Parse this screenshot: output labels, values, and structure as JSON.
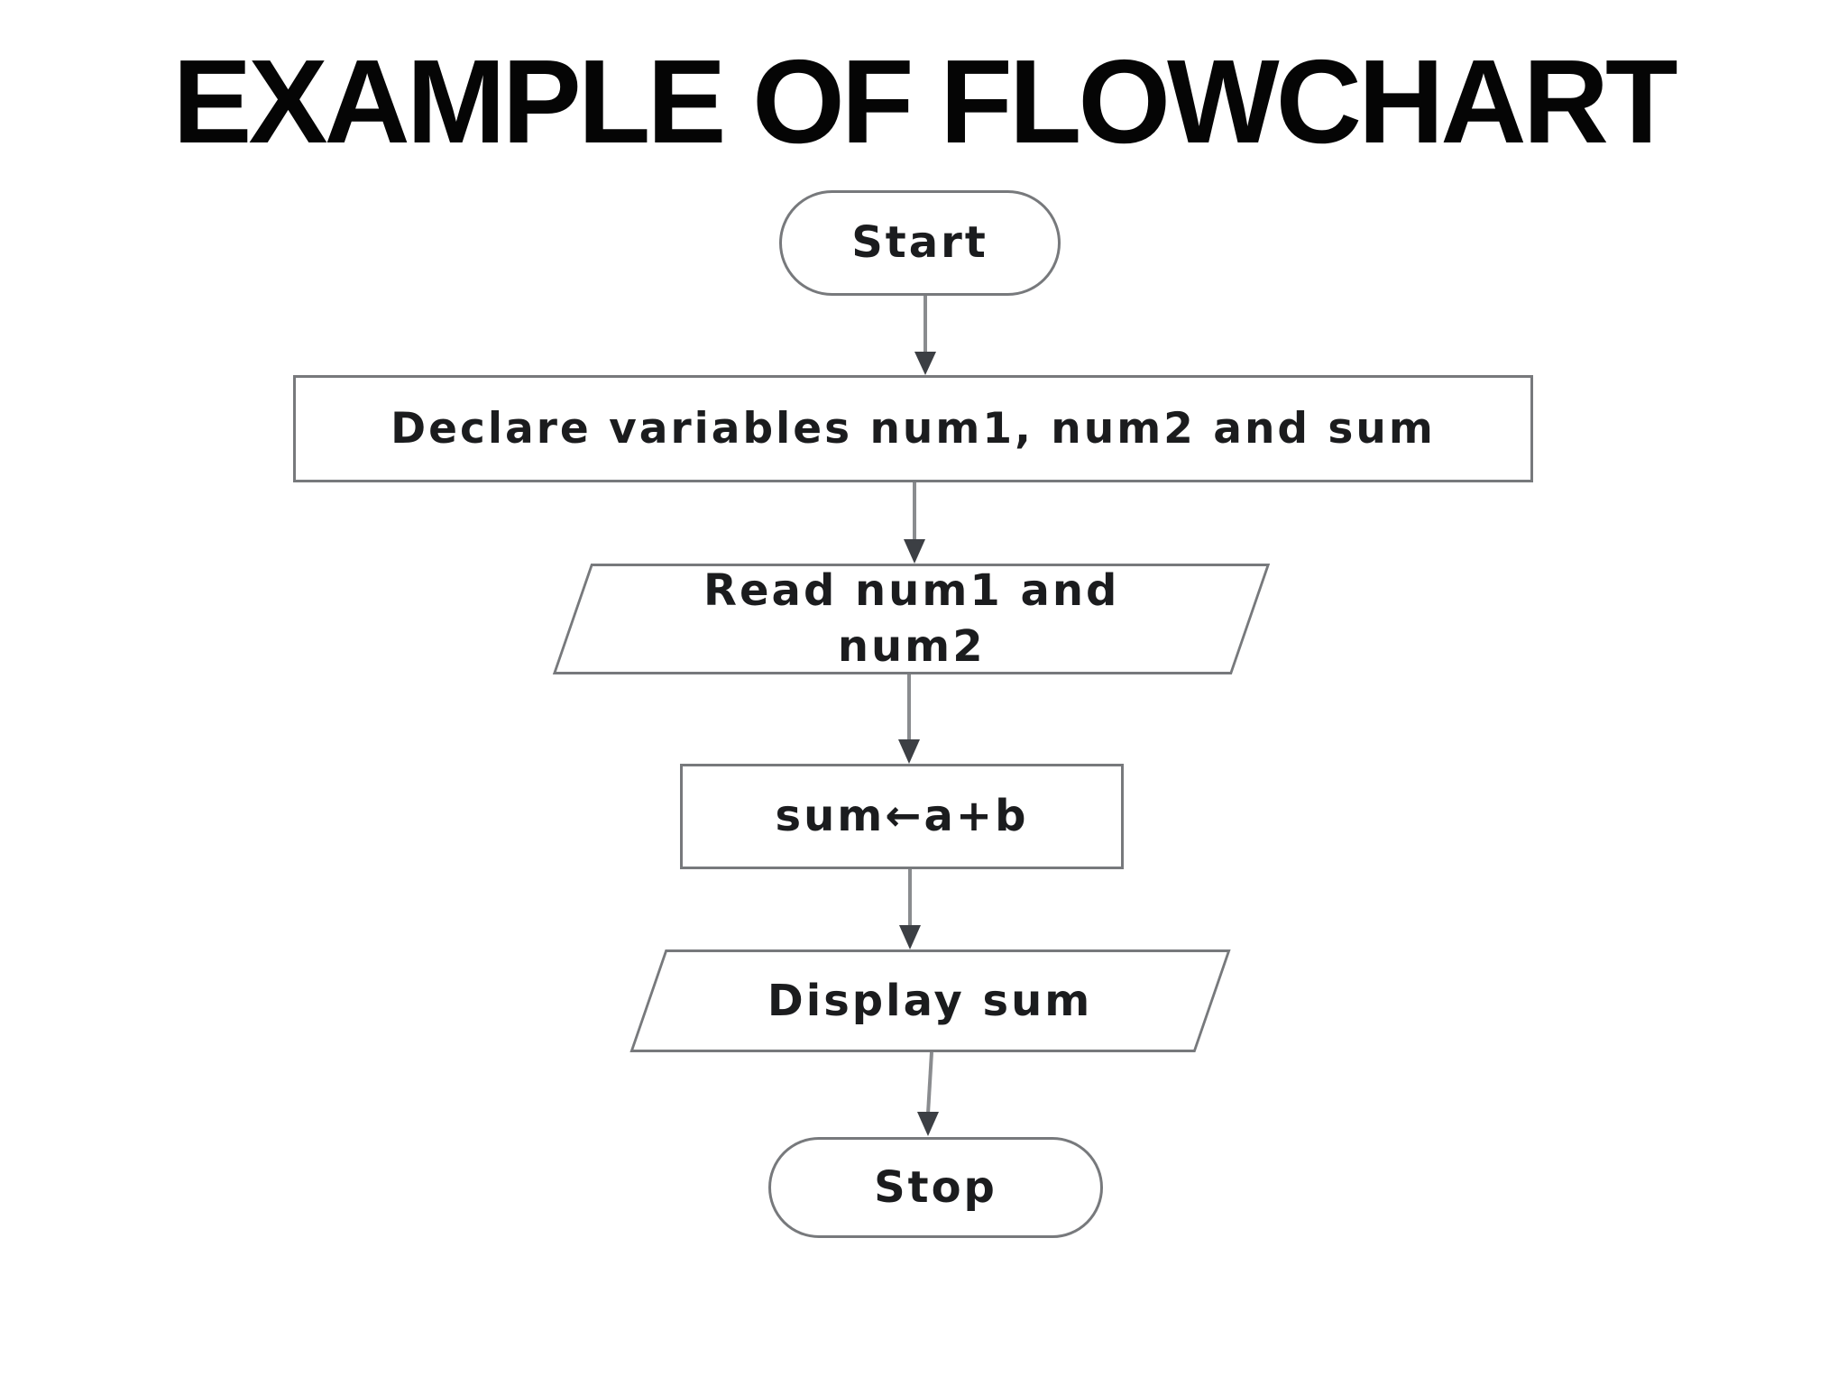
{
  "title": "EXAMPLE OF FLOWCHART",
  "flowchart": {
    "nodes": {
      "start": {
        "label": "Start",
        "type": "terminator"
      },
      "declare": {
        "label": "Declare variables num1, num2 and sum",
        "type": "process"
      },
      "read": {
        "label": "Read num1 and\nnum2",
        "type": "input-output"
      },
      "sum": {
        "label": "sum←a+b",
        "type": "process"
      },
      "display": {
        "label": "Display sum",
        "type": "input-output"
      },
      "stop": {
        "label": "Stop",
        "type": "terminator"
      }
    },
    "colors": {
      "background": "#ffffff",
      "shape_border": "#77797c",
      "text": "#1b1c1e",
      "arrow_line": "#8a8c8f",
      "arrow_head": "#3c3f44",
      "title_color": "#050505"
    }
  }
}
